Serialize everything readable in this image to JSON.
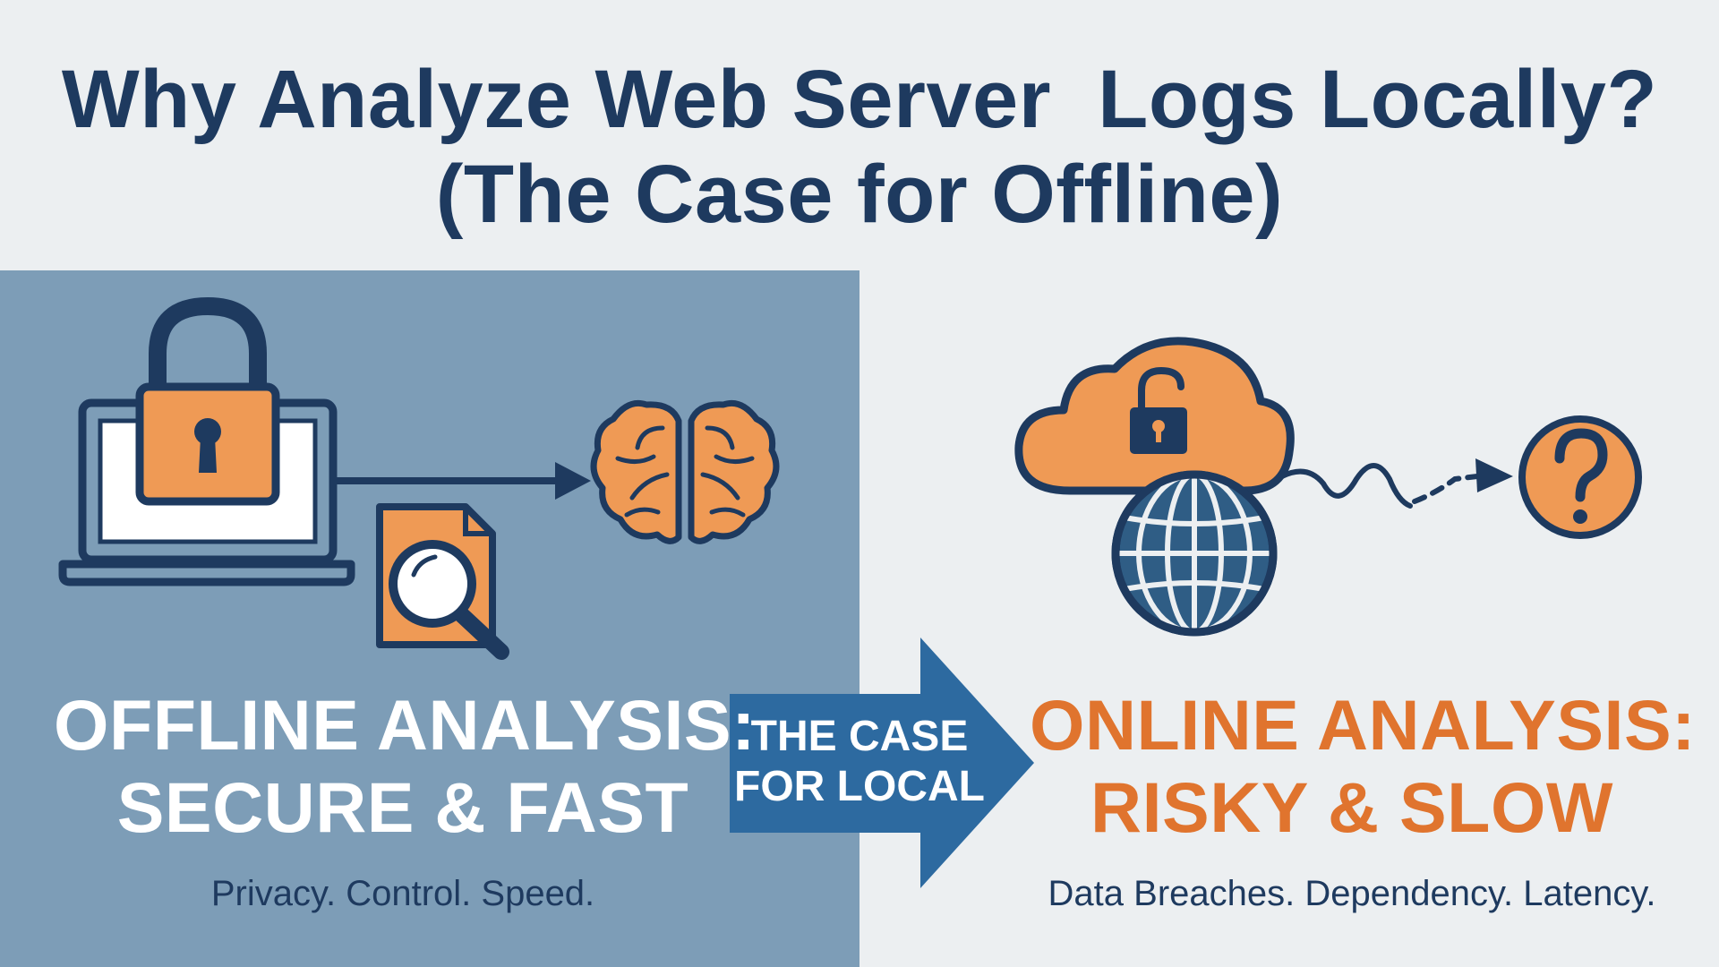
{
  "title": {
    "line1": "Why Analyze Web Server  Logs Locally?",
    "line2": "(The Case for Offline)"
  },
  "offline": {
    "headline_line1": "OFFLINE ANALYSIS:",
    "headline_line2": "SECURE & FAST",
    "subtitle": "Privacy. Control. Speed."
  },
  "arrow": {
    "line1": "THE CASE",
    "line2": "FOR LOCAL"
  },
  "online": {
    "headline_line1": "ONLINE ANALYSIS:",
    "headline_line2": "RISKY & SLOW",
    "subtitle": "Data Breaches. Dependency. Latency."
  },
  "icons": [
    "padlock-icon",
    "laptop-icon",
    "document-search-icon",
    "brain-icon",
    "cloud-icon",
    "unlocked-padlock-icon",
    "globe-icon",
    "question-mark-icon"
  ],
  "colors": {
    "navy": "#1e3a5f",
    "orange": "#ef9a55",
    "orange_text": "#e0742e",
    "panel_blue": "#7d9db7",
    "arrow_blue": "#2d6aa0",
    "background": "#eceff1"
  }
}
